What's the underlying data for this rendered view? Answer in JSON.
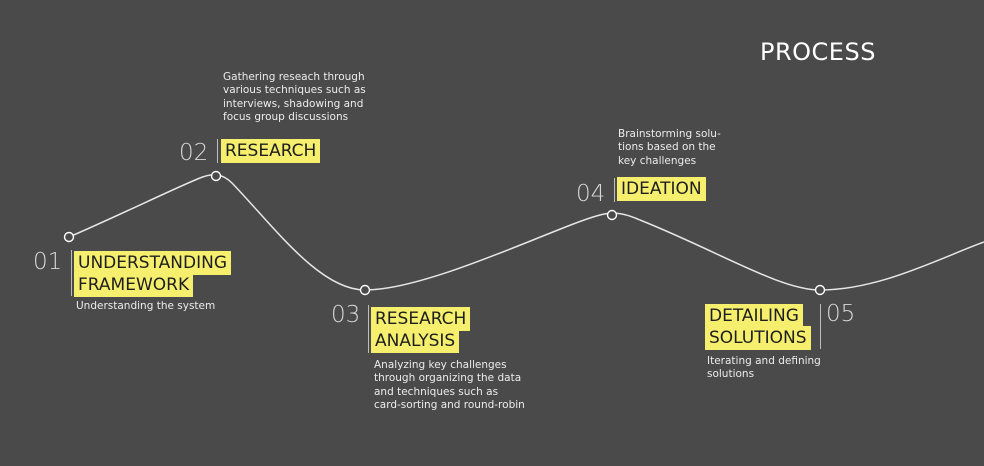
{
  "title": "PROCESS",
  "colors": {
    "background": "#4a4a4a",
    "highlight": "#f5ef6d",
    "line": "#e6e6e6"
  },
  "steps": [
    {
      "number": "01",
      "title_lines": [
        "UNDERSTANDING",
        "FRAMEWORK"
      ],
      "description": "Understanding the system"
    },
    {
      "number": "02",
      "title_lines": [
        "RESEARCH"
      ],
      "description": "Gathering reseach through\nvarious techniques such as\ninterviews, shadowing and\nfocus group discussions"
    },
    {
      "number": "03",
      "title_lines": [
        "RESEARCH",
        "ANALYSIS"
      ],
      "description": "Analyzing key challenges\nthrough organizing the data\nand techniques such as\ncard-sorting and round-robin"
    },
    {
      "number": "04",
      "title_lines": [
        "IDEATION"
      ],
      "description": "Brainstorming solu-\ntions based on the\nkey challenges"
    },
    {
      "number": "05",
      "title_lines": [
        "DETAILING",
        "SOLUTIONS"
      ],
      "description": "Iterating and defining\nsolutions"
    }
  ]
}
